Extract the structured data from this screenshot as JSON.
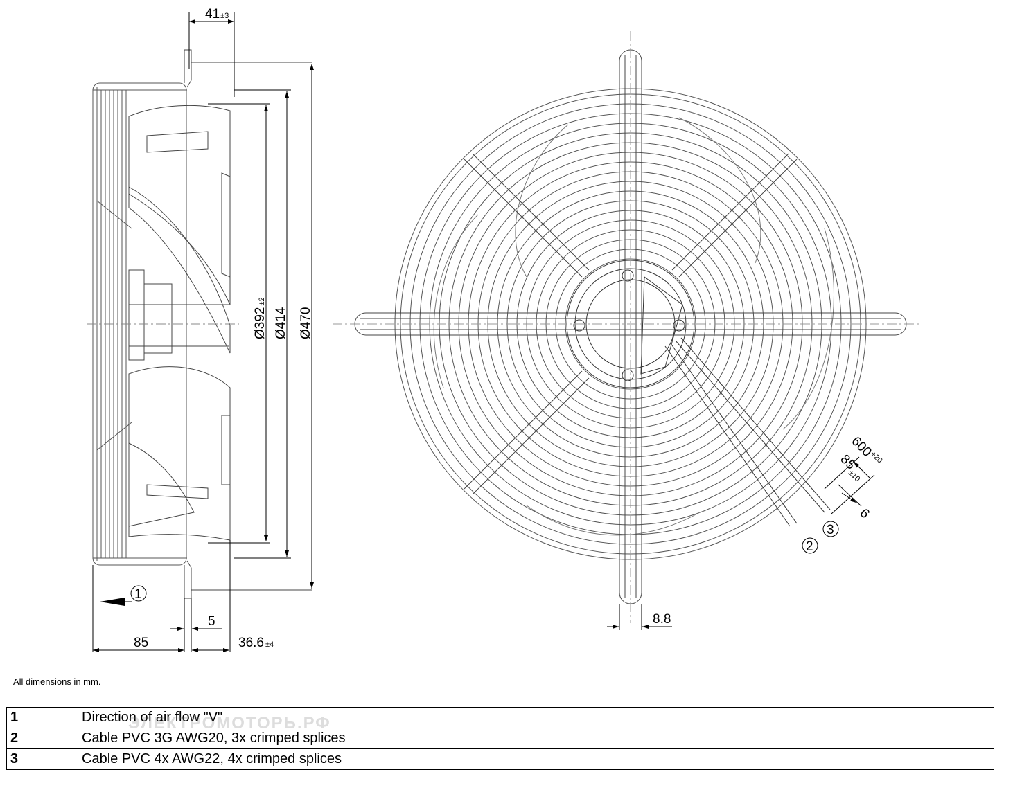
{
  "dimensions": {
    "top_offset": {
      "value": "41",
      "tol": "±3"
    },
    "d392": {
      "value": "Ø392",
      "tol": "±2"
    },
    "d414": {
      "value": "Ø414"
    },
    "d470": {
      "value": "Ø470"
    },
    "bottom_85": {
      "value": "85"
    },
    "bottom_5": {
      "value": "5"
    },
    "bottom_366": {
      "value": "36.6",
      "tol": "±4"
    },
    "spoke_88": {
      "value": "8.8"
    },
    "cable_600": {
      "value": "600",
      "tol": "+20"
    },
    "cable_85": {
      "value": "85",
      "tol": "±10"
    },
    "cable_6": {
      "value": "6"
    }
  },
  "callouts": {
    "c1": "1",
    "c2": "2",
    "c3": "3"
  },
  "note": "All dimensions in mm.",
  "legend": [
    {
      "num": "1",
      "text": "Direction of air flow \"V\""
    },
    {
      "num": "2",
      "text": "Cable PVC 3G AWG20, 3x crimped splices"
    },
    {
      "num": "3",
      "text": "Cable PVC 4x AWG22, 4x crimped splices"
    }
  ],
  "watermark": "ЭЛЕКТРОМОТОРЬ.РФ"
}
